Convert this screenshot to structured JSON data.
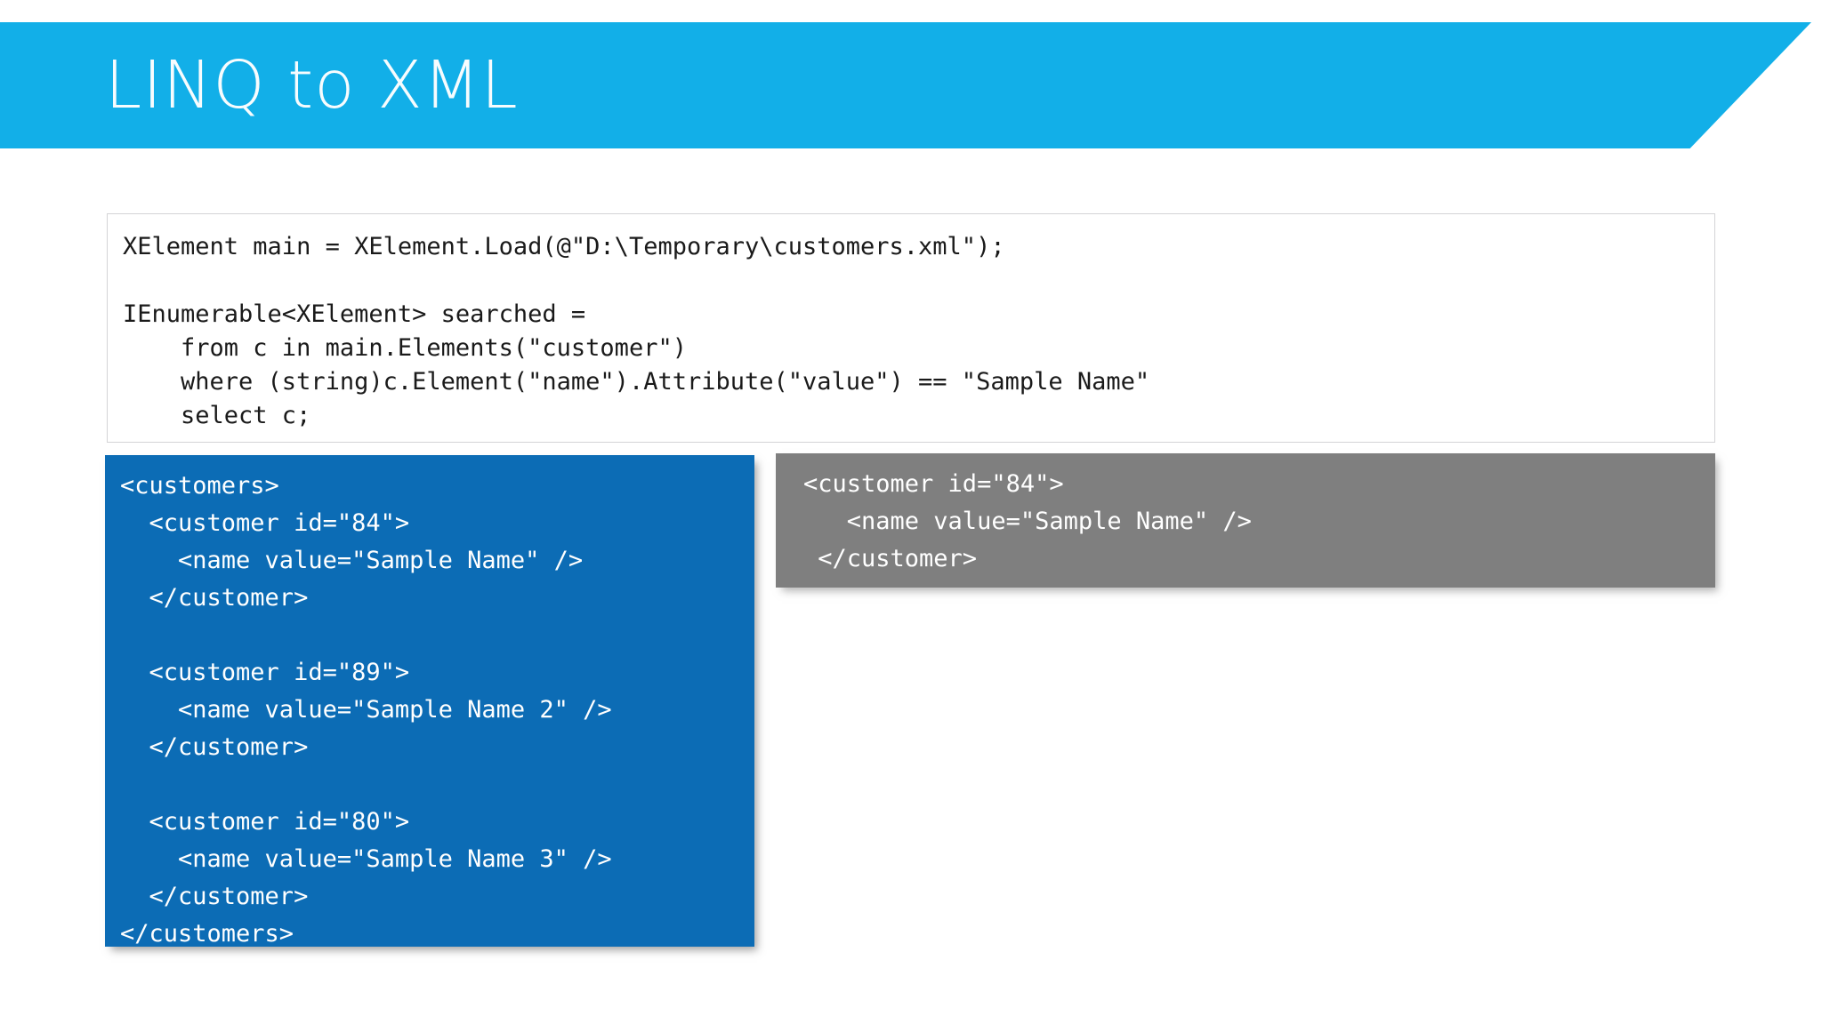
{
  "slide": {
    "title": "LINQ to XML",
    "background_color": "#ffffff",
    "banner_color": "#12AFE8",
    "title_color": "#ffffff"
  },
  "code_block": {
    "language": "csharp",
    "border_color": "#d4d4d6",
    "background_color": "#ffffff",
    "text_color": "#1a1a1a",
    "lines": [
      "XElement main = XElement.Load(@\"D:\\Temporary\\customers.xml\");",
      "",
      "IEnumerable<XElement> searched =",
      "    from c in main.Elements(\"customer\")",
      "    where (string)c.Element(\"name\").Attribute(\"value\") == \"Sample Name\"",
      "    select c;"
    ],
    "code": "XElement main = XElement.Load(@\"D:\\Temporary\\customers.xml\");\n\nIEnumerable<XElement> searched =\n    from c in main.Elements(\"customer\")\n    where (string)c.Element(\"name\").Attribute(\"value\") == \"Sample Name\"\n    select c;"
  },
  "source_xml_panel": {
    "label": "source-xml",
    "background_color": "#0C6CB5",
    "text_color": "#ffffff",
    "lines": [
      "<customers>",
      "  <customer id=\"84\">",
      "    <name value=\"Sample Name\" />",
      "  </customer>",
      "",
      "  <customer id=\"89\">",
      "    <name value=\"Sample Name 2\" />",
      "  </customer>",
      "",
      "  <customer id=\"80\">",
      "    <name value=\"Sample Name 3\" />",
      "  </customer>",
      "</customers>"
    ],
    "code": "<customers>\n  <customer id=\"84\">\n    <name value=\"Sample Name\" />\n  </customer>\n\n  <customer id=\"89\">\n    <name value=\"Sample Name 2\" />\n  </customer>\n\n  <customer id=\"80\">\n    <name value=\"Sample Name 3\" />\n  </customer>\n</customers>"
  },
  "result_xml_panel": {
    "label": "result-xml",
    "background_color": "#7F7F7F",
    "text_color": "#ffffff",
    "lines": [
      "<customer id=\"84\">",
      "   <name value=\"Sample Name\" />",
      " </customer>"
    ],
    "code": "<customer id=\"84\">\n   <name value=\"Sample Name\" />\n </customer>"
  }
}
